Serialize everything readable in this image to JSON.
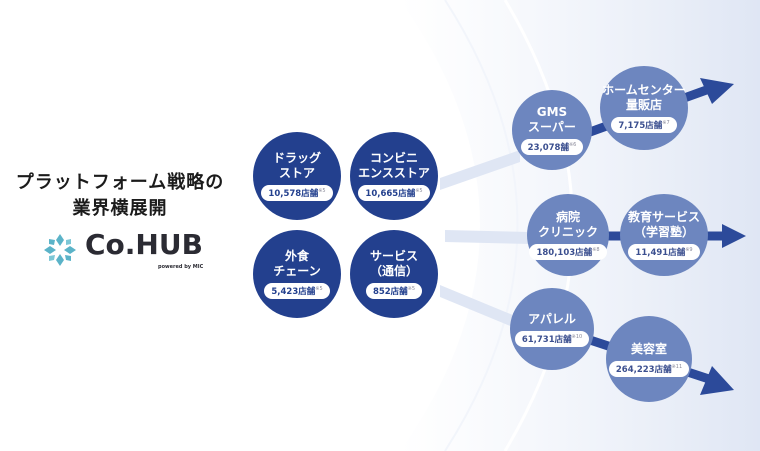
{
  "title_lines": [
    "プラットフォーム戦略の",
    "業界横展開"
  ],
  "logo": {
    "name": "Co.HUB",
    "tagline": "powered by MIC"
  },
  "core_nodes": [
    {
      "label": [
        "ドラッグ",
        "ストア"
      ],
      "count": "10,578店舗",
      "note": "※5"
    },
    {
      "label": [
        "コンビニ",
        "エンスストア"
      ],
      "count": "10,665店舗",
      "note": "※5"
    },
    {
      "label": [
        "外食",
        "チェーン"
      ],
      "count": "5,423店舗",
      "note": "※5"
    },
    {
      "label": [
        "サービス",
        "（通信）"
      ],
      "count": "852店舗",
      "note": "※5"
    }
  ],
  "expansion_nodes": [
    {
      "label": [
        "GMS",
        "スーパー"
      ],
      "count": "23,078舗",
      "note": "※6"
    },
    {
      "label": [
        "ホームセンター",
        "量販店"
      ],
      "count": "7,175店舗",
      "note": "※7"
    },
    {
      "label": [
        "病院",
        "クリニック"
      ],
      "count": "180,103店舗",
      "note": "※8"
    },
    {
      "label": [
        "教育サービス",
        "（学習塾）"
      ],
      "count": "11,491店舗",
      "note": "※9"
    },
    {
      "label": [
        "アパレル"
      ],
      "count": "61,731店舗",
      "note": "※10"
    },
    {
      "label": [
        "美容室"
      ],
      "count": "264,223店舗",
      "note": "※11"
    }
  ],
  "colors": {
    "core": "#23408e",
    "expansion": "#6d86bf",
    "arc": "#e6ecf7",
    "arrow": "#2c4a9a"
  }
}
